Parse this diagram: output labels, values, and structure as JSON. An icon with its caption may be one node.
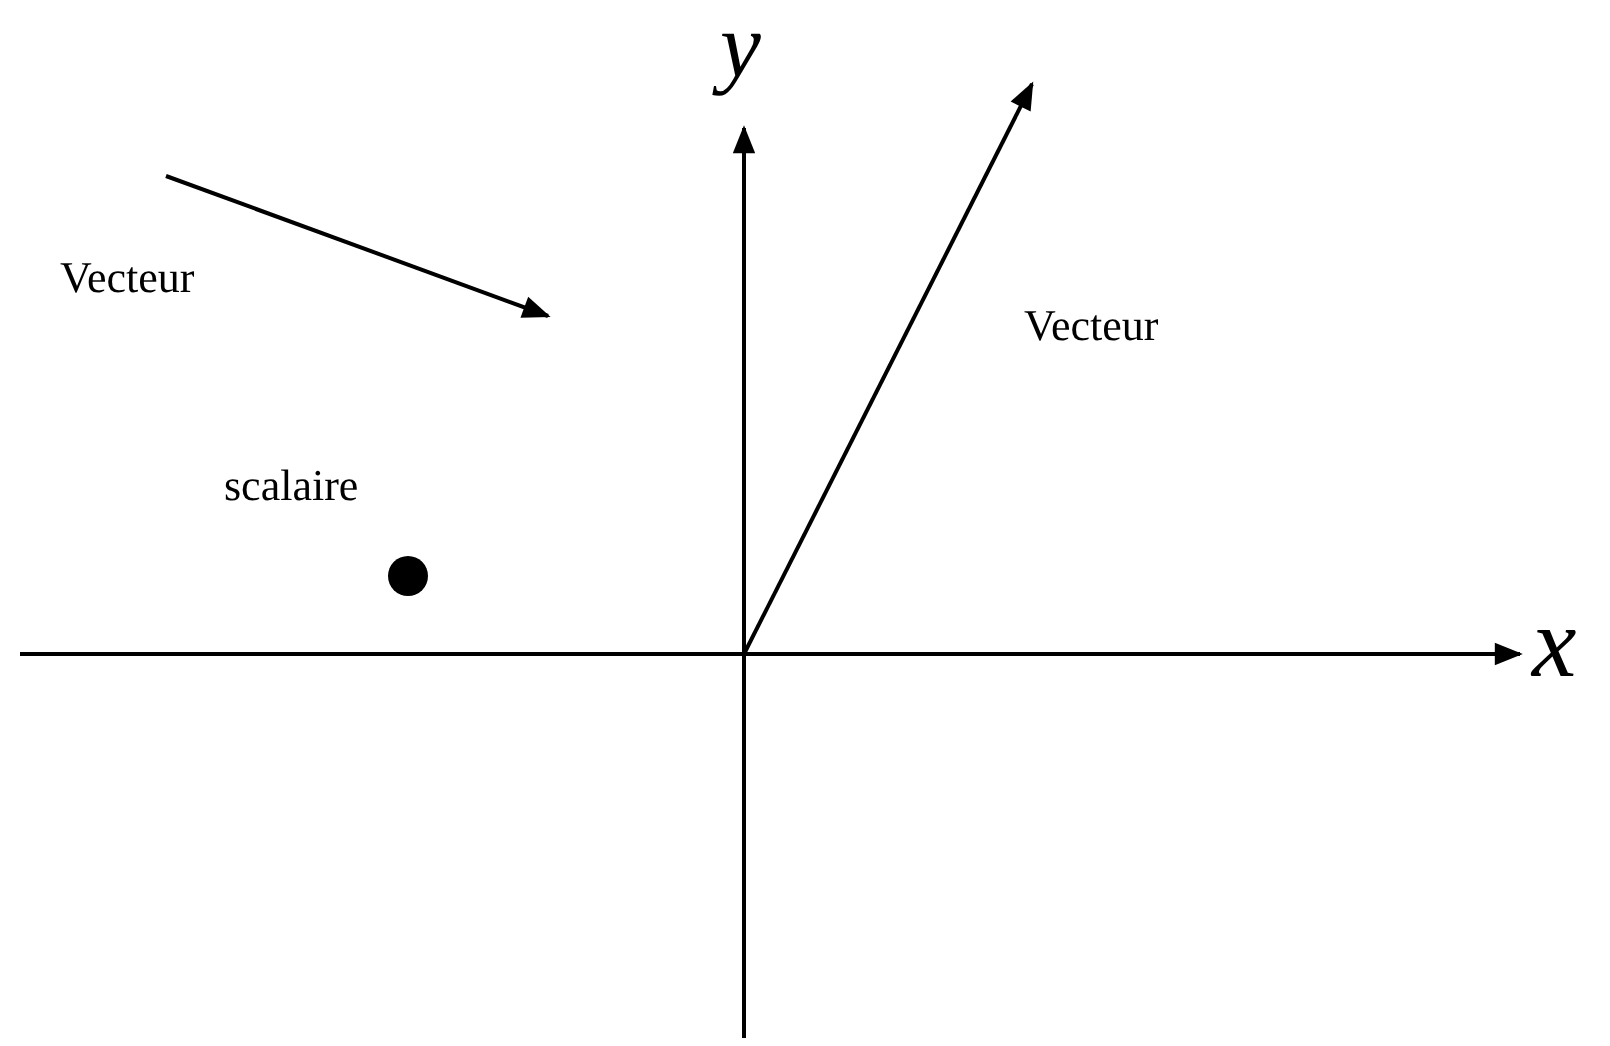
{
  "diagram": {
    "labels": [
      "y",
      "Vecteur",
      "Vecteur",
      "scalaire",
      "x"
    ]
  }
}
